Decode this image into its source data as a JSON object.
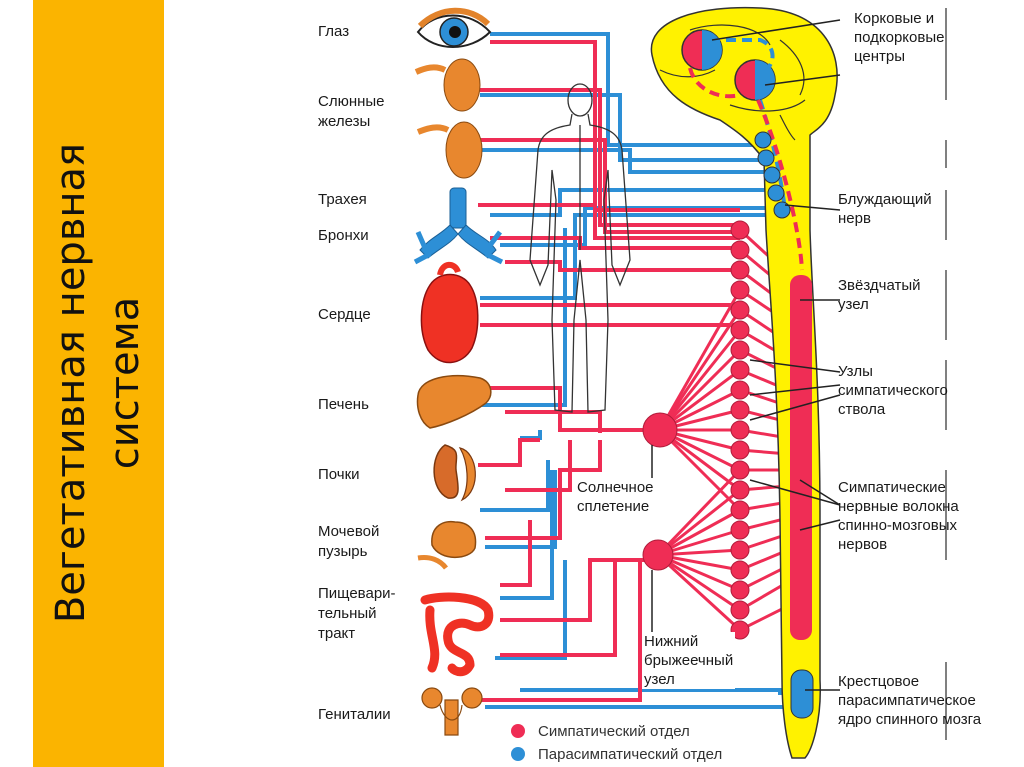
{
  "sidebar": {
    "title_line1": "Вегетативная нервная",
    "title_line2": "система",
    "color": "#fbb400"
  },
  "colors": {
    "sympathetic": "#ef2d55",
    "parasympathetic": "#2d8fd6",
    "brain": "#fff200"
  },
  "organs": [
    {
      "id": "eye",
      "label": "Глаз"
    },
    {
      "id": "salivary",
      "label": "Слюнные\nжелезы"
    },
    {
      "id": "trachea",
      "label": "Трахея"
    },
    {
      "id": "bronchi",
      "label": "Бронхи"
    },
    {
      "id": "heart",
      "label": "Сердце"
    },
    {
      "id": "liver",
      "label": "Печень"
    },
    {
      "id": "kidneys",
      "label": "Почки"
    },
    {
      "id": "bladder",
      "label": "Мочевой\nпузырь"
    },
    {
      "id": "digestive",
      "label": "Пищевари-\nтельный\nтракт"
    },
    {
      "id": "genitals",
      "label": "Гениталии"
    }
  ],
  "annotations": [
    {
      "id": "cortical",
      "label": "Корковые и\nподкорковые\nцентры"
    },
    {
      "id": "vagus",
      "label": "Блуждающий\nнерв"
    },
    {
      "id": "stellate",
      "label": "Звёздчатый\nузел"
    },
    {
      "id": "sympathetic-trunk",
      "label": "Узлы\nсимпатического\nствола"
    },
    {
      "id": "spinal-fibers",
      "label": "Симпатические\nнервные волокна\nспинно-мозговых\nнервов"
    },
    {
      "id": "sacral",
      "label": "Крестцовое\nпарасимпатическое\nядро спинного мозга"
    },
    {
      "id": "solar",
      "label": "Солнечное\nсплетение"
    },
    {
      "id": "mesenteric",
      "label": "Нижний\nбрыжеечный\nузел"
    }
  ],
  "legend": {
    "sympathetic": "Симпатический отдел",
    "parasympathetic": "Парасимпатический отдел"
  }
}
